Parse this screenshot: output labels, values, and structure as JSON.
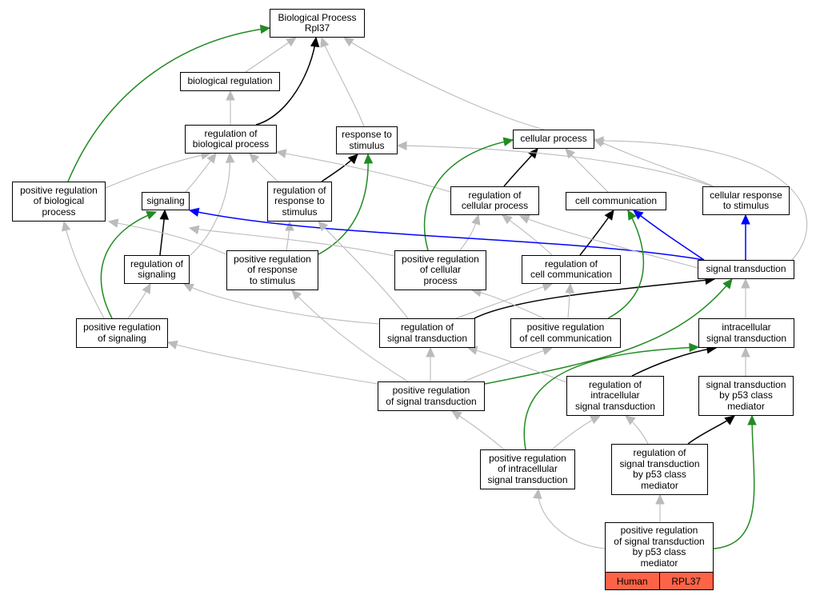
{
  "colors": {
    "is_a": "#bbbbbb",
    "regulates": "#000000",
    "positively_regulates": "#228b22",
    "part_of": "#0000ff",
    "tag_fill": "#ff6347"
  },
  "nodes": {
    "bp_rpl37": "Biological Process\nRpl37",
    "biological_regulation": "biological regulation",
    "regulation_of_biological_process": "regulation of\nbiological process",
    "response_to_stimulus": "response to\nstimulus",
    "cellular_process": "cellular process",
    "positive_regulation_of_biological_process": "positive regulation\nof biological\nprocess",
    "signaling": "signaling",
    "regulation_of_response_to_stimulus": "regulation of\nresponse to\nstimulus",
    "regulation_of_cellular_process": "regulation of\ncellular process",
    "cell_communication": "cell communication",
    "cellular_response_to_stimulus": "cellular response\nto stimulus",
    "regulation_of_signaling": "regulation of\nsignaling",
    "positive_regulation_of_response_to_stimulus": "positive regulation\nof response\nto stimulus",
    "positive_regulation_of_cellular_process": "positive regulation\nof cellular\nprocess",
    "regulation_of_cell_communication": "regulation of\ncell communication",
    "signal_transduction": "signal transduction",
    "positive_regulation_of_signaling": "positive regulation\nof signaling",
    "regulation_of_signal_transduction": "regulation of\nsignal transduction",
    "positive_regulation_of_cell_communication": "positive regulation\nof cell communication",
    "intracellular_signal_transduction": "intracellular\nsignal transduction",
    "positive_regulation_of_signal_transduction": "positive regulation\nof signal transduction",
    "regulation_of_intracellular_signal_transduction": "regulation of\nintracellular\nsignal transduction",
    "signal_transduction_by_p53": "signal transduction\nby p53 class\nmediator",
    "positive_regulation_of_intracellular_signal_transduction": "positive regulation\nof intracellular\nsignal transduction",
    "regulation_of_signal_transduction_by_p53": "regulation of\nsignal transduction\nby p53 class\nmediator",
    "positive_regulation_of_signal_transduction_by_p53": "positive regulation\nof signal transduction\nby p53 class\nmediator"
  },
  "leaf_tags": [
    "Human",
    "RPL37"
  ],
  "edges": [
    {
      "from": "biological_regulation",
      "to": "bp_rpl37",
      "type": "is_a"
    },
    {
      "from": "regulation_of_biological_process",
      "to": "biological_regulation",
      "type": "is_a"
    },
    {
      "from": "regulation_of_biological_process",
      "to": "bp_rpl37",
      "type": "regulates"
    },
    {
      "from": "response_to_stimulus",
      "to": "bp_rpl37",
      "type": "is_a"
    },
    {
      "from": "cellular_process",
      "to": "bp_rpl37",
      "type": "is_a"
    },
    {
      "from": "positive_regulation_of_biological_process",
      "to": "bp_rpl37",
      "type": "positively_regulates"
    },
    {
      "from": "positive_regulation_of_biological_process",
      "to": "regulation_of_biological_process",
      "type": "is_a"
    },
    {
      "from": "signaling",
      "to": "regulation_of_biological_process",
      "type": "is_a"
    },
    {
      "from": "regulation_of_response_to_stimulus",
      "to": "regulation_of_biological_process",
      "type": "is_a"
    },
    {
      "from": "regulation_of_response_to_stimulus",
      "to": "response_to_stimulus",
      "type": "regulates"
    },
    {
      "from": "regulation_of_cellular_process",
      "to": "regulation_of_biological_process",
      "type": "is_a"
    },
    {
      "from": "regulation_of_cellular_process",
      "to": "cellular_process",
      "type": "regulates"
    },
    {
      "from": "cell_communication",
      "to": "cellular_process",
      "type": "is_a"
    },
    {
      "from": "cellular_response_to_stimulus",
      "to": "cellular_process",
      "type": "is_a"
    },
    {
      "from": "cellular_response_to_stimulus",
      "to": "response_to_stimulus",
      "type": "is_a"
    },
    {
      "from": "regulation_of_signaling",
      "to": "signaling",
      "type": "regulates"
    },
    {
      "from": "regulation_of_signaling",
      "to": "regulation_of_biological_process",
      "type": "is_a"
    },
    {
      "from": "positive_regulation_of_response_to_stimulus",
      "to": "response_to_stimulus",
      "type": "positively_regulates"
    },
    {
      "from": "positive_regulation_of_response_to_stimulus",
      "to": "regulation_of_response_to_stimulus",
      "type": "is_a"
    },
    {
      "from": "positive_regulation_of_response_to_stimulus",
      "to": "signaling",
      "type": "is_a"
    },
    {
      "from": "positive_regulation_of_cellular_process",
      "to": "cellular_process",
      "type": "positively_regulates"
    },
    {
      "from": "positive_regulation_of_cellular_process",
      "to": "regulation_of_cellular_process",
      "type": "is_a"
    },
    {
      "from": "positive_regulation_of_cellular_process",
      "to": "signaling",
      "type": "is_a"
    },
    {
      "from": "regulation_of_cell_communication",
      "to": "cell_communication",
      "type": "regulates"
    },
    {
      "from": "regulation_of_cell_communication",
      "to": "regulation_of_cellular_process",
      "type": "is_a"
    },
    {
      "from": "signal_transduction",
      "to": "signaling",
      "type": "part_of"
    },
    {
      "from": "signal_transduction",
      "to": "cell_communication",
      "type": "part_of"
    },
    {
      "from": "signal_transduction",
      "to": "cellular_response_to_stimulus",
      "type": "part_of"
    },
    {
      "from": "signal_transduction",
      "to": "cellular_process",
      "type": "is_a"
    },
    {
      "from": "signal_transduction",
      "to": "regulation_of_cellular_process",
      "type": "is_a"
    },
    {
      "from": "positive_regulation_of_signaling",
      "to": "positive_regulation_of_biological_process",
      "type": "is_a"
    },
    {
      "from": "positive_regulation_of_signaling",
      "to": "signaling",
      "type": "positively_regulates"
    },
    {
      "from": "positive_regulation_of_signaling",
      "to": "regulation_of_signaling",
      "type": "is_a"
    },
    {
      "from": "regulation_of_signal_transduction",
      "to": "regulation_of_signaling",
      "type": "is_a"
    },
    {
      "from": "regulation_of_signal_transduction",
      "to": "regulation_of_response_to_stimulus",
      "type": "is_a"
    },
    {
      "from": "regulation_of_signal_transduction",
      "to": "regulation_of_cell_communication",
      "type": "is_a"
    },
    {
      "from": "regulation_of_signal_transduction",
      "to": "signal_transduction",
      "type": "regulates"
    },
    {
      "from": "positive_regulation_of_cell_communication",
      "to": "cell_communication",
      "type": "positively_regulates"
    },
    {
      "from": "positive_regulation_of_cell_communication",
      "to": "regulation_of_cell_communication",
      "type": "is_a"
    },
    {
      "from": "positive_regulation_of_cell_communication",
      "to": "positive_regulation_of_cellular_process",
      "type": "is_a"
    },
    {
      "from": "intracellular_signal_transduction",
      "to": "signal_transduction",
      "type": "is_a"
    },
    {
      "from": "positive_regulation_of_signal_transduction",
      "to": "positive_regulation_of_signaling",
      "type": "is_a"
    },
    {
      "from": "positive_regulation_of_signal_transduction",
      "to": "positive_regulation_of_response_to_stimulus",
      "type": "is_a"
    },
    {
      "from": "positive_regulation_of_signal_transduction",
      "to": "regulation_of_signal_transduction",
      "type": "is_a"
    },
    {
      "from": "positive_regulation_of_signal_transduction",
      "to": "positive_regulation_of_cell_communication",
      "type": "is_a"
    },
    {
      "from": "positive_regulation_of_signal_transduction",
      "to": "signal_transduction",
      "type": "positively_regulates"
    },
    {
      "from": "regulation_of_intracellular_signal_transduction",
      "to": "regulation_of_signal_transduction",
      "type": "is_a"
    },
    {
      "from": "regulation_of_intracellular_signal_transduction",
      "to": "intracellular_signal_transduction",
      "type": "regulates"
    },
    {
      "from": "signal_transduction_by_p53",
      "to": "intracellular_signal_transduction",
      "type": "is_a"
    },
    {
      "from": "positive_regulation_of_intracellular_signal_transduction",
      "to": "positive_regulation_of_signal_transduction",
      "type": "is_a"
    },
    {
      "from": "positive_regulation_of_intracellular_signal_transduction",
      "to": "regulation_of_intracellular_signal_transduction",
      "type": "is_a"
    },
    {
      "from": "positive_regulation_of_intracellular_signal_transduction",
      "to": "intracellular_signal_transduction",
      "type": "positively_regulates"
    },
    {
      "from": "regulation_of_signal_transduction_by_p53",
      "to": "regulation_of_intracellular_signal_transduction",
      "type": "is_a"
    },
    {
      "from": "regulation_of_signal_transduction_by_p53",
      "to": "signal_transduction_by_p53",
      "type": "regulates"
    },
    {
      "from": "positive_regulation_of_signal_transduction_by_p53",
      "to": "positive_regulation_of_intracellular_signal_transduction",
      "type": "is_a"
    },
    {
      "from": "positive_regulation_of_signal_transduction_by_p53",
      "to": "regulation_of_signal_transduction_by_p53",
      "type": "is_a"
    },
    {
      "from": "positive_regulation_of_signal_transduction_by_p53",
      "to": "signal_transduction_by_p53",
      "type": "positively_regulates"
    }
  ]
}
